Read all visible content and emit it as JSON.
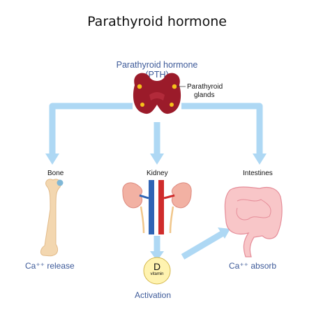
{
  "title": "Parathyroid hormone",
  "pth": {
    "line1": "Parathyroid hormone",
    "line2": "(PTH)"
  },
  "glands_label": {
    "line1": "Parathyroid",
    "line2": "glands"
  },
  "targets": {
    "bone": "Bone",
    "kidney": "Kidney",
    "intestines": "Intestines"
  },
  "effects": {
    "ca_release": "Ca⁺⁺ release",
    "activation": "Activation",
    "ca_absorb": "Ca⁺⁺ absorb"
  },
  "vitamin": {
    "letter": "D",
    "word": "vitamin"
  },
  "colors": {
    "arrow": "#aed8f4",
    "text_blue": "#3d5a99",
    "thyroid": "#9b1b2a",
    "gland": "#f5c21b"
  }
}
